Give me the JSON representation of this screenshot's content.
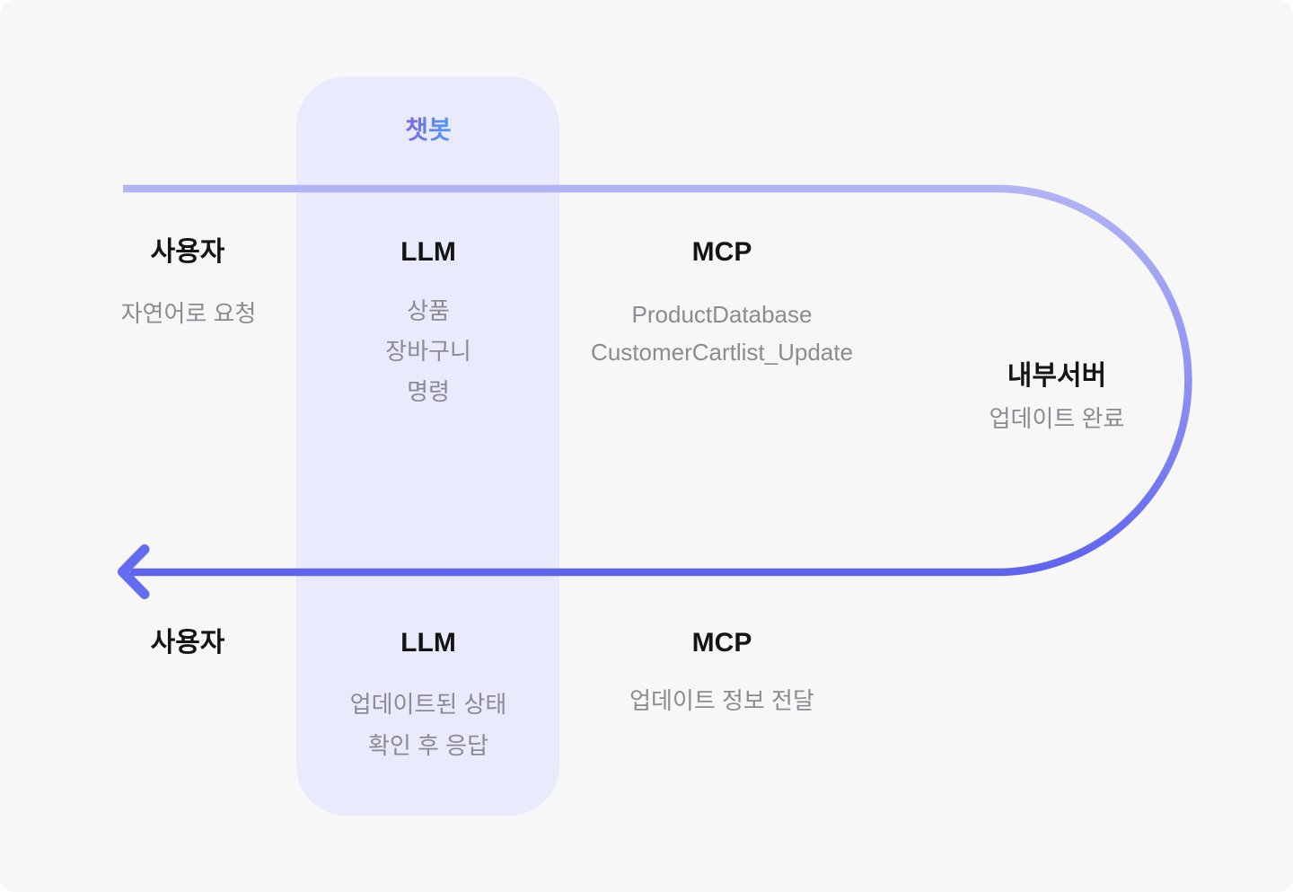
{
  "chatbot": {
    "label": "챗봇"
  },
  "top_flow": {
    "user": {
      "title": "사용자",
      "desc": "자연어로 요청"
    },
    "llm": {
      "title": "LLM",
      "lines": [
        "상품",
        "장바구니",
        "명령"
      ]
    },
    "mcp": {
      "title": "MCP",
      "lines": [
        "ProductDatabase",
        "CustomerCartlist_Update"
      ]
    },
    "server": {
      "title": "내부서버",
      "desc": "업데이트 완료"
    }
  },
  "bottom_flow": {
    "user": {
      "title": "사용자"
    },
    "llm": {
      "title": "LLM",
      "lines": [
        "업데이트된 상태",
        "확인 후 응답"
      ]
    },
    "mcp": {
      "title": "MCP",
      "desc": "업데이트 정보 전달"
    }
  },
  "colors": {
    "background": "#f7f7f8",
    "chatbot_column_bg": "#e9eafc",
    "flow_line_light": "#b1b5f4",
    "flow_line_mid": "#8d92f2",
    "flow_line_dark": "#5d63ee",
    "arrow_head": "#646bf0",
    "heading_text": "#141414",
    "body_text": "#8b8b90",
    "chatbot_label_gradient_start": "#7e68e6",
    "chatbot_label_gradient_end": "#4b9cf6"
  }
}
